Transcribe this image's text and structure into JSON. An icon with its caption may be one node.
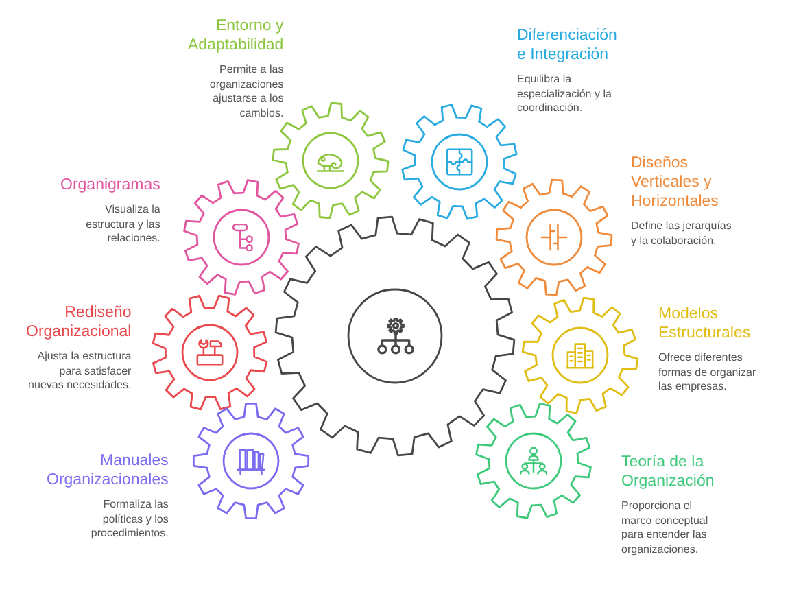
{
  "diagram": {
    "nodes": [
      {
        "text": [],
        "shape": "gear"
      },
      {
        "text": [
          "Entorno y Adaptabilidad",
          "Permite a las organizaciones ajustarse a los cambios."
        ]
      },
      {
        "text": [
          "Diferenciación e Integración",
          "Equilibra la especialización y la coordinación."
        ]
      },
      {
        "text": [
          "Organigramas",
          "Visualiza la estructura y las relaciones."
        ]
      },
      {
        "text": [
          "Diseños Verticales y Horizontales",
          "Define las jerarquías y la colaboración."
        ]
      },
      {
        "text": [
          "Rediseño Organizacional",
          "Ajusta la estructura para satisfacer nuevas necesidades."
        ]
      },
      {
        "text": [
          "Modelos Estructurales",
          "Ofrece diferentes formas de organizar las empresas."
        ]
      },
      {
        "text": [
          "Manuales Organizacionales",
          "Formaliza las políticas y los procedimientos."
        ]
      },
      {
        "text": [
          "Teoría de la Organización",
          "Proporciona el marco conceptual para entender las organizaciones."
        ]
      }
    ]
  }
}
